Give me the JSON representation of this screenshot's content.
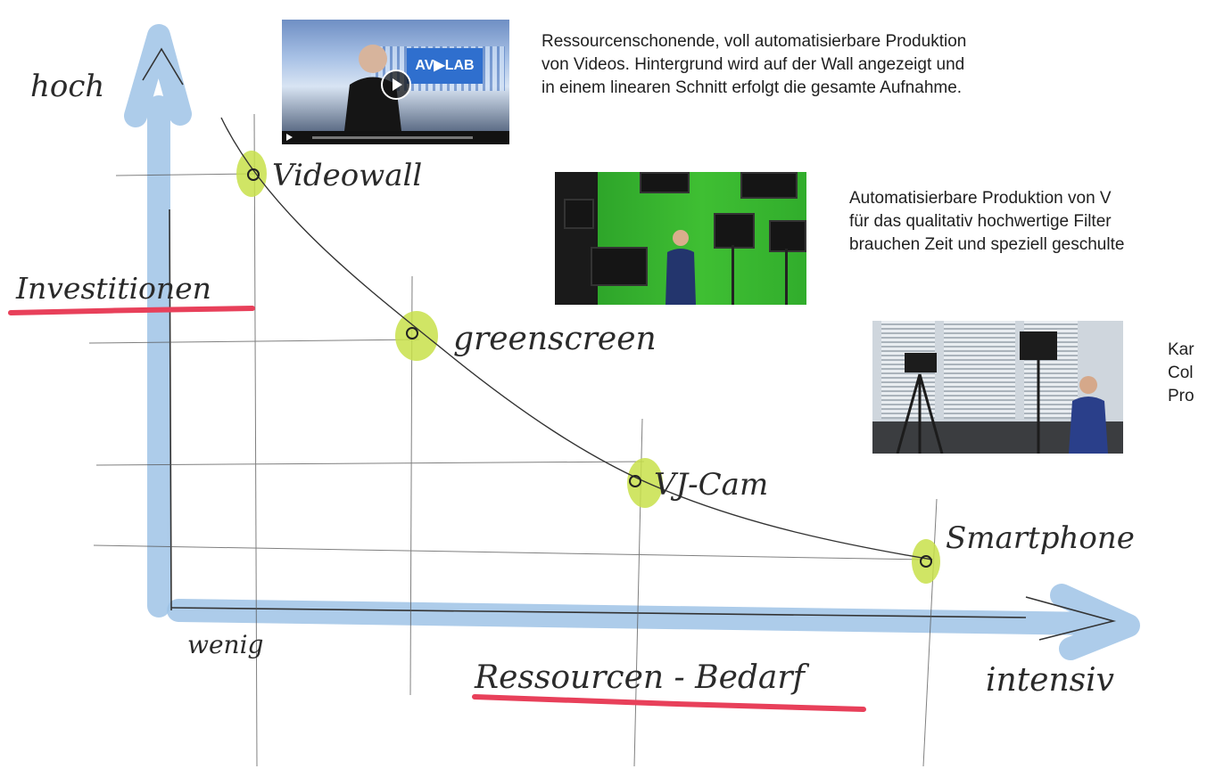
{
  "axes": {
    "y_high": "hoch",
    "y_title": "Investitionen",
    "x_low": "wenig",
    "x_title": "Ressourcen - Bedarf",
    "x_high": "intensiv"
  },
  "curve_points": [
    {
      "label": "Videowall"
    },
    {
      "label": "greenscreen"
    },
    {
      "label": "VJ-Cam"
    },
    {
      "label": "Smartphone"
    }
  ],
  "descriptions": {
    "videowall": [
      "Ressourcenschonende, voll automatisierbare Produktion",
      "von Videos. Hintergrund wird auf der Wall angezeigt und",
      "in einem linearen Schnitt erfolgt die gesamte Aufnahme."
    ],
    "greenscreen": [
      "Automatisierbare Produktion von V",
      "für das qualitativ hochwertige Filter",
      "brauchen Zeit und speziell geschulte"
    ],
    "vjcam": [
      "Kar",
      "Col",
      "Pro"
    ]
  },
  "photos": {
    "videowall_logo": "AV▶LAB"
  },
  "colors": {
    "axis_arrow": "#9fc3e6",
    "underline": "#e8405a",
    "highlight": "#c8e04a",
    "ink": "#2a2a2a"
  }
}
